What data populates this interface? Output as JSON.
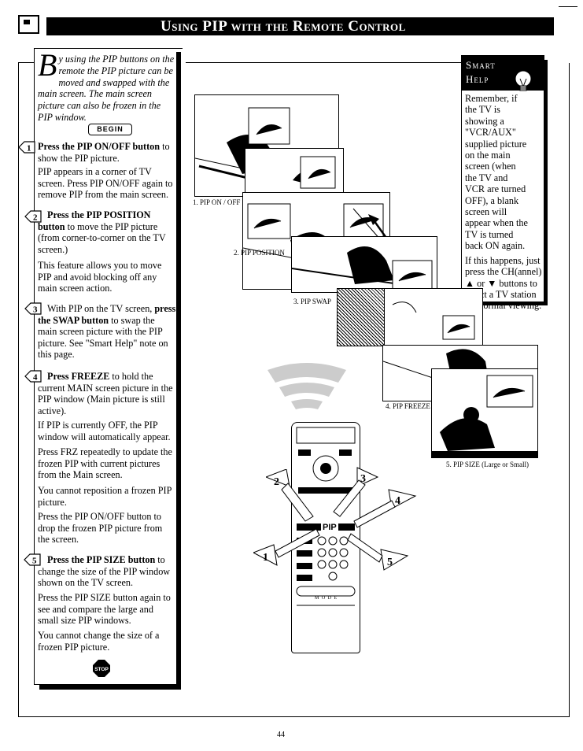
{
  "header": {
    "title": "Using PIP with the Remote Control"
  },
  "intro": {
    "drop_cap": "B",
    "text": "y using the PIP buttons on the remote the PIP picture can be moved and swapped with the main screen. The main screen picture can also be frozen in the PIP window."
  },
  "begin_label": "BEGIN",
  "steps": [
    {
      "num": "1",
      "lead": "Press the PIP ON/OFF button",
      "rest": " to show the PIP picture.",
      "paras": [
        "PIP appears in a corner of TV screen. Press PIP ON/OFF again to remove PIP from the main screen."
      ]
    },
    {
      "num": "2",
      "lead": "Press the PIP POSITION button",
      "rest": " to move the PIP picture (from corner-to-corner on the TV screen.)",
      "paras": [
        "This feature allows you to move PIP and avoid blocking off any main screen action."
      ]
    },
    {
      "num": "3",
      "pre": "With PIP on the TV screen, ",
      "lead": "press the SWAP button",
      "rest": " to swap the main screen picture with the PIP picture. See \"Smart Help\" note on this page.",
      "paras": []
    },
    {
      "num": "4",
      "lead": "Press FREEZE",
      "rest": " to hold the current MAIN screen picture in the PIP window (Main picture is still active).",
      "paras": [
        "If PIP is currently OFF, the PIP window will automatically appear.",
        "Press FRZ repeatedly to update the frozen PIP with current pictures from the Main screen.",
        "You cannot reposition a frozen PIP picture.",
        "Press the PIP ON/OFF button to drop the frozen PIP picture from the screen."
      ]
    },
    {
      "num": "5",
      "lead": "Press the PIP SIZE button",
      "rest": " to change the size of the PIP window shown on the TV screen.",
      "paras": [
        "Press the PIP SIZE button again to see and compare the large and small size PIP windows.",
        "You cannot change the size of a frozen PIP picture."
      ]
    }
  ],
  "stop_label": "STOP",
  "smart_help": {
    "title_1": "Smart",
    "title_2": "Help",
    "para1": "Remember, if the TV is showing a \"VCR/AUX\" supplied picture on the main screen (when the TV and VCR are turned OFF), a blank screen will appear when the TV is turned back ON again.",
    "para2": "If this happens, just press the CH(annel) ▲ or ▼ buttons to select a TV station for normal viewing."
  },
  "captions": {
    "c1": "1. PIP ON / OFF",
    "c2": "2. PIP POSITION",
    "c3": "3. PIP SWAP",
    "c4": "4. PIP FREEZE",
    "c5": "5. PIP SIZE (Large or Small)"
  },
  "remote": {
    "pip_label": "PIP",
    "mode_label": "M O D E",
    "callouts": [
      "1",
      "2",
      "3",
      "4",
      "5"
    ]
  },
  "page_number": "44"
}
